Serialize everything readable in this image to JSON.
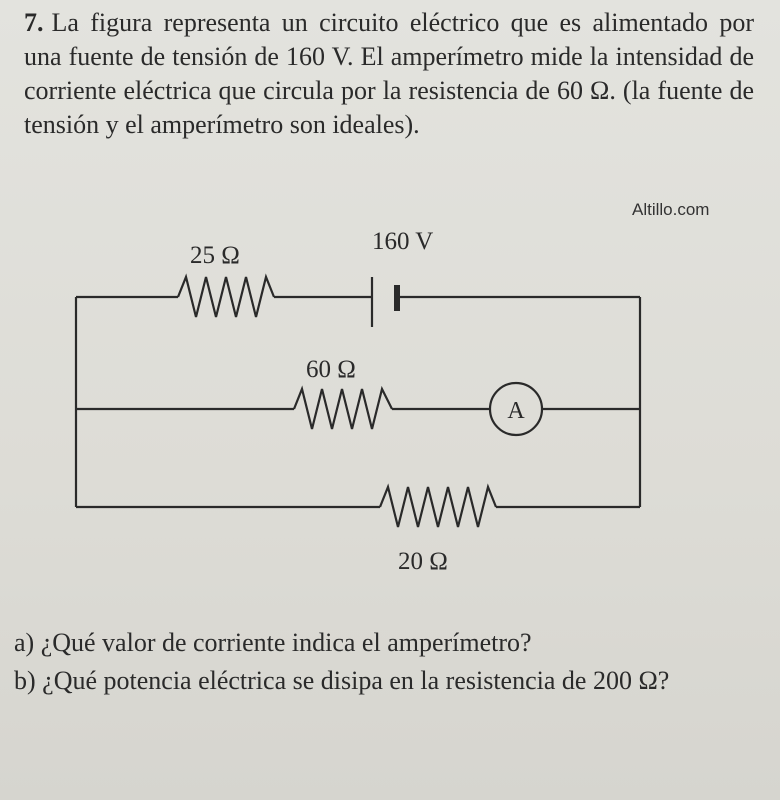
{
  "problem": {
    "number": "7.",
    "statement": "La figura representa un circuito eléctrico que es alimentado por una fuente de tensión de 160 V. El amperímetro mide la intensidad de corriente eléctrica que circula por la resistencia de 60 Ω. (la fuente de tensión y el amperímetro son ideales)."
  },
  "watermark": "Altillo.com",
  "circuit": {
    "r1_label": "25 Ω",
    "source_label": "160 V",
    "r2_label": "60 Ω",
    "ammeter_label": "A",
    "r3_label": "20 Ω"
  },
  "questions": {
    "a": "a) ¿Qué valor de corriente indica el amperímetro?",
    "b": "b) ¿Qué potencia eléctrica se disipa en la resistencia de 200 Ω?"
  }
}
